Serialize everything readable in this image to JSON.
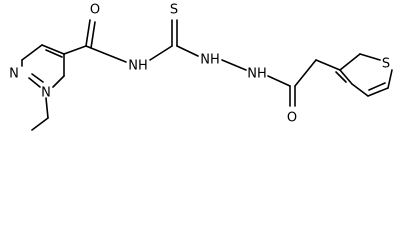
{
  "molecule": {
    "atoms": {
      "O_amide1": "O",
      "S_thione": "S",
      "N_ring_top": "N",
      "N_methyl": "N",
      "NH_amide": "NH",
      "NH_hydrazide1": "NH",
      "NH_hydrazide2": "NH",
      "O_amide2": "O",
      "S_thiophene": "S"
    }
  }
}
